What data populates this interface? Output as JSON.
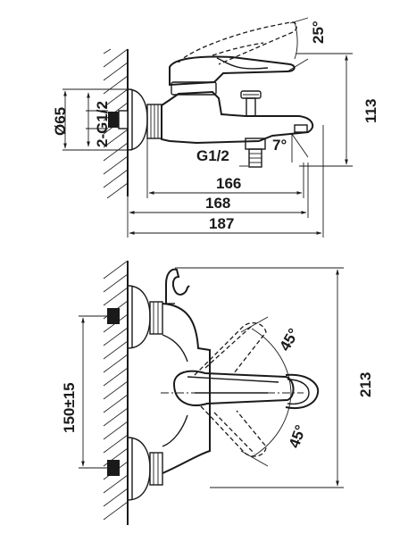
{
  "top_view": {
    "angle_upper": "25°",
    "height": "113",
    "diameter": "Ø65",
    "connection": "2-G1/2",
    "outlet_thread": "G1/2",
    "angle_outlet": "7°",
    "length_1": "166",
    "length_2": "168",
    "length_3": "187"
  },
  "front_view": {
    "spacing": "150±15",
    "height": "213",
    "angle_upper": "45°",
    "angle_lower": "45°"
  },
  "colors": {
    "line": "#1a1a1a",
    "background": "#ffffff"
  }
}
